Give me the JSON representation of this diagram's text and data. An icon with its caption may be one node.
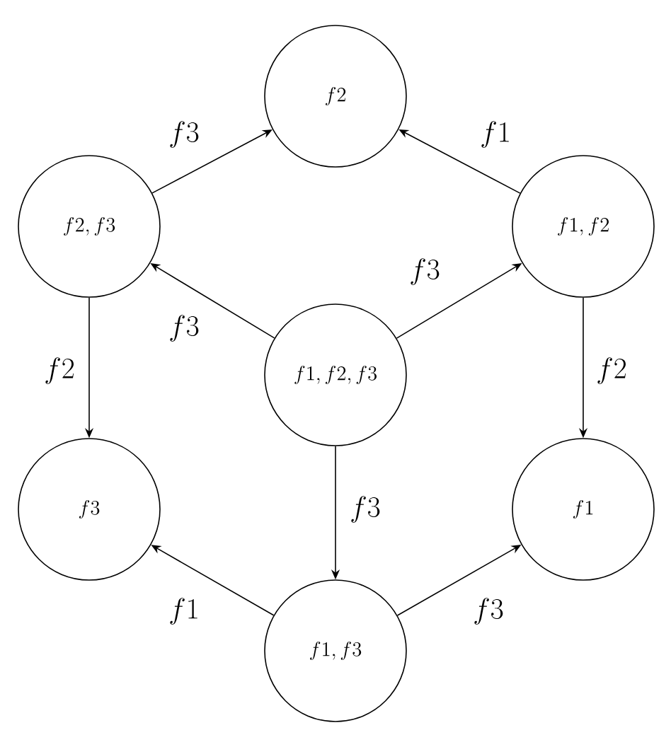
{
  "diagram": {
    "nodes": [
      {
        "text": [
          "f2"
        ]
      },
      {
        "text": [
          "f2, f3"
        ]
      },
      {
        "text": [
          "f1, f2"
        ]
      },
      {
        "text": [
          "f1, f2, f3"
        ]
      },
      {
        "text": [
          "f3"
        ]
      },
      {
        "text": [
          "f1"
        ]
      },
      {
        "text": [
          "f1, f3"
        ]
      }
    ],
    "edges": [
      {
        "from": 1,
        "to": 0,
        "arrow": "to",
        "label": "f3"
      },
      {
        "from": 2,
        "to": 0,
        "arrow": "to",
        "label": "f1"
      },
      {
        "from": 3,
        "to": 1,
        "arrow": "to",
        "label": "f3"
      },
      {
        "from": 3,
        "to": 2,
        "arrow": "to",
        "label": "f3"
      },
      {
        "from": 1,
        "to": 4,
        "arrow": "to",
        "label": "f2"
      },
      {
        "from": 2,
        "to": 5,
        "arrow": "to",
        "label": "f2"
      },
      {
        "from": 3,
        "to": 6,
        "arrow": "to",
        "label": "f3"
      },
      {
        "from": 6,
        "to": 4,
        "arrow": "to",
        "label": "f1"
      },
      {
        "from": 6,
        "to": 5,
        "arrow": "to",
        "label": "f3"
      }
    ]
  }
}
